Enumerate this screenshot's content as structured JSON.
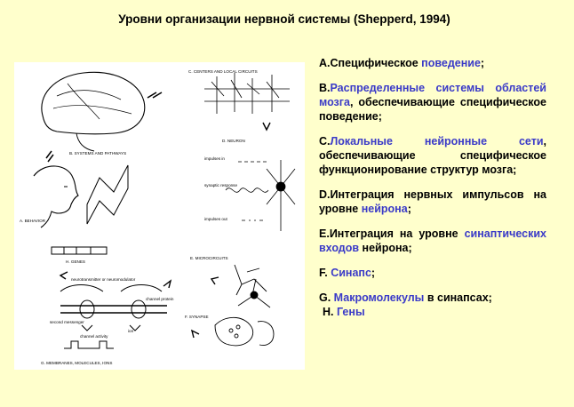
{
  "title": "Уровни организации нервной системы (Shepperd, 1994)",
  "figure": {
    "labels": {
      "centers": "C. CENTERS AND LOCAL CIRCUITS",
      "systems": "B. SYSTEMS AND PATHWAYS",
      "neuron": "D. NEURON",
      "behavior": "A. BEHAVIOR",
      "impulses_in": "impulses in",
      "synaptic": "synaptic response",
      "impulses_out": "impulses out",
      "genes": "H. GENES",
      "microcircuits": "E. MICROCIRCUITS",
      "synapse": "F. SYNAPSE",
      "neurotransmitter": "neurotransmitter or neuromodulator",
      "second_messenger": "second messenger",
      "channel_protein": "channel protein",
      "ion": "ion",
      "channel_activity": "channel activity",
      "membranes": "G. MEMBRANES, MOLECULES, IONS"
    }
  },
  "levels": [
    {
      "prefix": "A.",
      "pre": "Специфическое ",
      "highlight": "поведение",
      "post": ";"
    },
    {
      "prefix": "B.",
      "pre": "",
      "highlight": "Распределенные системы областей мозга",
      "post": ", обеспечивающие специфическое поведение;"
    },
    {
      "prefix": "C.",
      "pre": "",
      "highlight": "Локальные нейронные сети",
      "post": ", обеспечивающие специфическое функционирование структур мозга;"
    },
    {
      "prefix": "D.",
      "pre": "Интеграция нервных импульсов на уровне ",
      "highlight": "нейрона",
      "post": ";"
    },
    {
      "prefix": "E.",
      "pre": "Интеграция на уровне ",
      "highlight": "синаптических входов",
      "post": " нейрона;"
    },
    {
      "prefix": "F. ",
      "pre": "",
      "highlight": "Синапс",
      "post": ";"
    },
    {
      "prefix": "G. ",
      "pre": "",
      "highlight": "Макромолекулы",
      "post": " в синапсах;"
    },
    {
      "prefix": "H. ",
      "pre": "",
      "highlight": "Гены",
      "post": ""
    }
  ]
}
